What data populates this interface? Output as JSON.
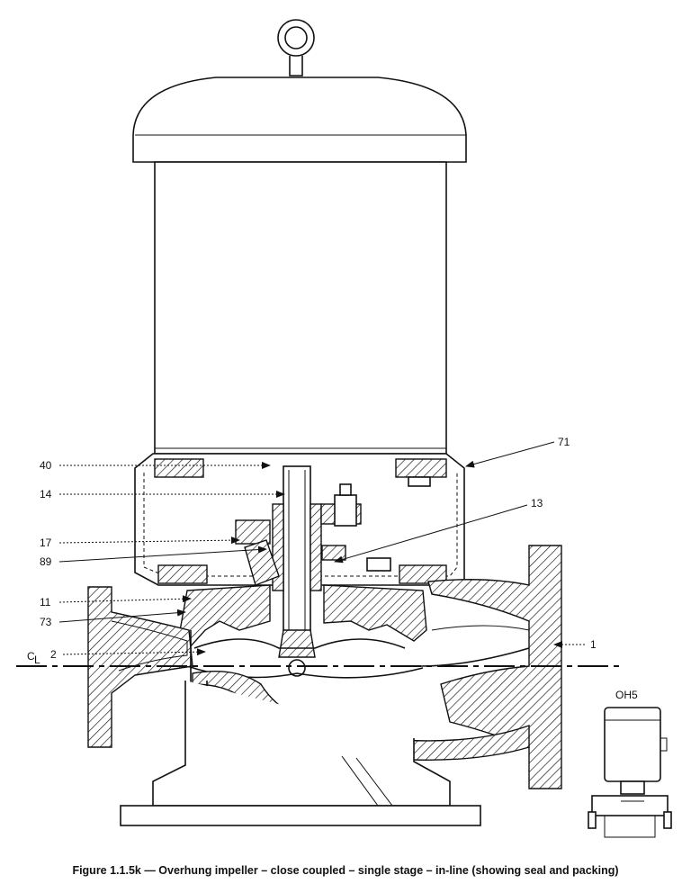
{
  "figure": {
    "caption": "Figure 1.1.5k — Overhung impeller – close coupled – single stage – in-line (showing seal and packing)",
    "centerline_symbol": "C",
    "centerline_sub": "L",
    "inset_label": "OH5",
    "callouts": [
      {
        "id": "40",
        "text": "40"
      },
      {
        "id": "14",
        "text": "14"
      },
      {
        "id": "17",
        "text": "17"
      },
      {
        "id": "89",
        "text": "89"
      },
      {
        "id": "11",
        "text": "11"
      },
      {
        "id": "73",
        "text": "73"
      },
      {
        "id": "2",
        "text": "2"
      },
      {
        "id": "71",
        "text": "71"
      },
      {
        "id": "13",
        "text": "13"
      },
      {
        "id": "1",
        "text": "1"
      }
    ]
  }
}
